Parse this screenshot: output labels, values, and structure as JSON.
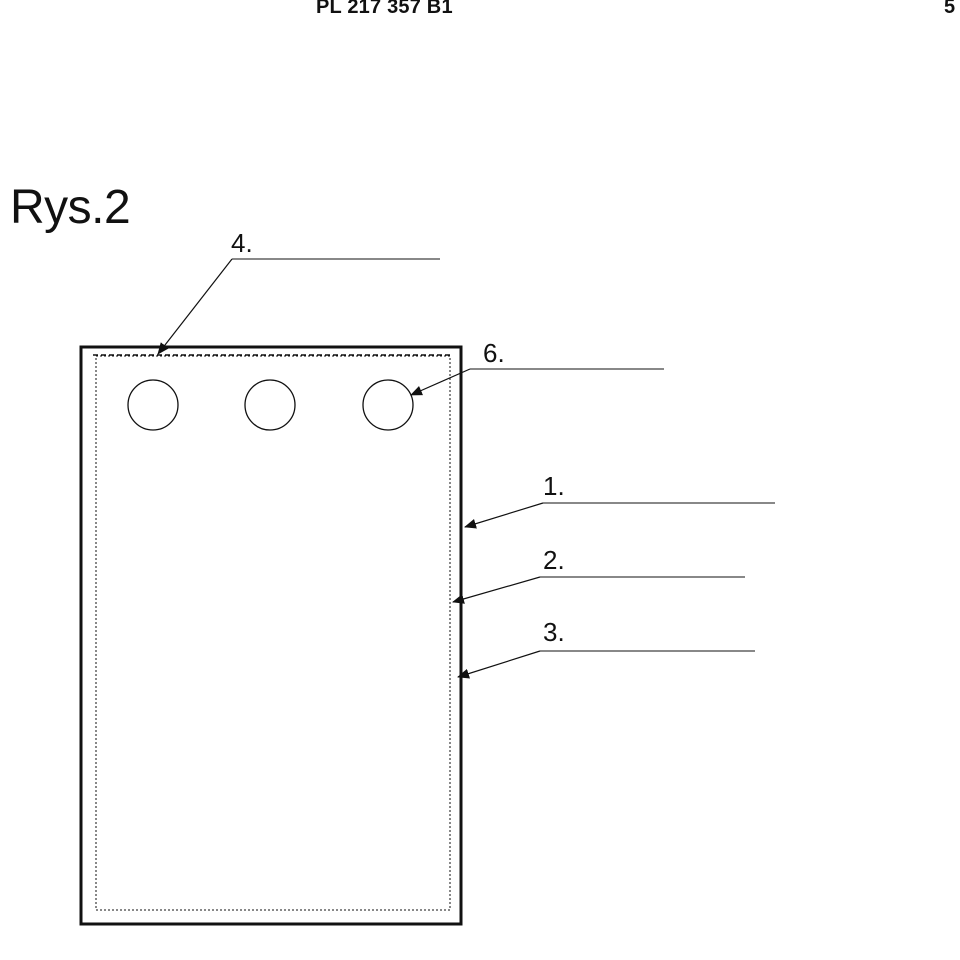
{
  "header": {
    "document_number": "PL 217 357 B1",
    "page_number": "5"
  },
  "figure": {
    "title": "Rys.2",
    "callouts": {
      "c1": "1.",
      "c2": "2.",
      "c3": "3.",
      "c4": "4.",
      "c6": "6."
    },
    "hole_count": 3
  },
  "colors": {
    "line": "#111111",
    "background": "#ffffff"
  }
}
